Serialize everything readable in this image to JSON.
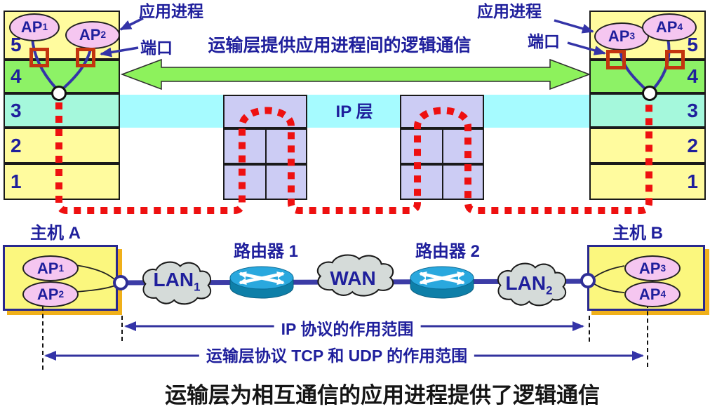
{
  "colors": {
    "navy_text": "#1F1F9C",
    "layer_yellow": "#FFFB9E",
    "layer_green": "#8DF266",
    "layer_aqua": "#A5F8DC",
    "ip_band_cyan": "#A6FBFF",
    "router_stack_lavender": "#CCCCF4",
    "red_dotted_path": "#EE1010",
    "port_square_red": "#C3340F",
    "green_arrow": "#8DF25C",
    "blue_link": "#3C3CA6",
    "host_box_yellow": "#FBF77E",
    "host_box_shadow_gold": "#F0B01A",
    "ap_pink": "#F5C6F0",
    "cloud_gray": "#D5DBD9",
    "caption_black": "#151515"
  },
  "top": {
    "transport_caption": "运输层提供应用进程间的逻辑通信",
    "ip_layer_label": "IP 层",
    "left_annotations": {
      "app_process": "应用进程",
      "port": "端口"
    },
    "right_annotations": {
      "app_process": "应用进程",
      "port": "端口"
    }
  },
  "stacks": {
    "left_layers": [
      "5",
      "4",
      "3",
      "2",
      "1"
    ],
    "right_layers": [
      "5",
      "4",
      "3",
      "2",
      "1"
    ]
  },
  "aps": {
    "ap1": {
      "base": "AP",
      "sub": "1"
    },
    "ap2": {
      "base": "AP",
      "sub": "2"
    },
    "ap3": {
      "base": "AP",
      "sub": "3"
    },
    "ap4": {
      "base": "AP",
      "sub": "4"
    }
  },
  "hosts": {
    "a": "主机 A",
    "b": "主机 B"
  },
  "network": {
    "lan1": {
      "base": "LAN",
      "sub": "1"
    },
    "wan": "WAN",
    "lan2": {
      "base": "LAN",
      "sub": "2"
    },
    "router1": "路由器 1",
    "router2": "路由器 2"
  },
  "scopes": {
    "ip": "IP 协议的作用范围",
    "tcp": "运输层协议 TCP 和 UDP 的作用范围"
  },
  "caption": "运输层为相互通信的应用进程提供了逻辑通信"
}
